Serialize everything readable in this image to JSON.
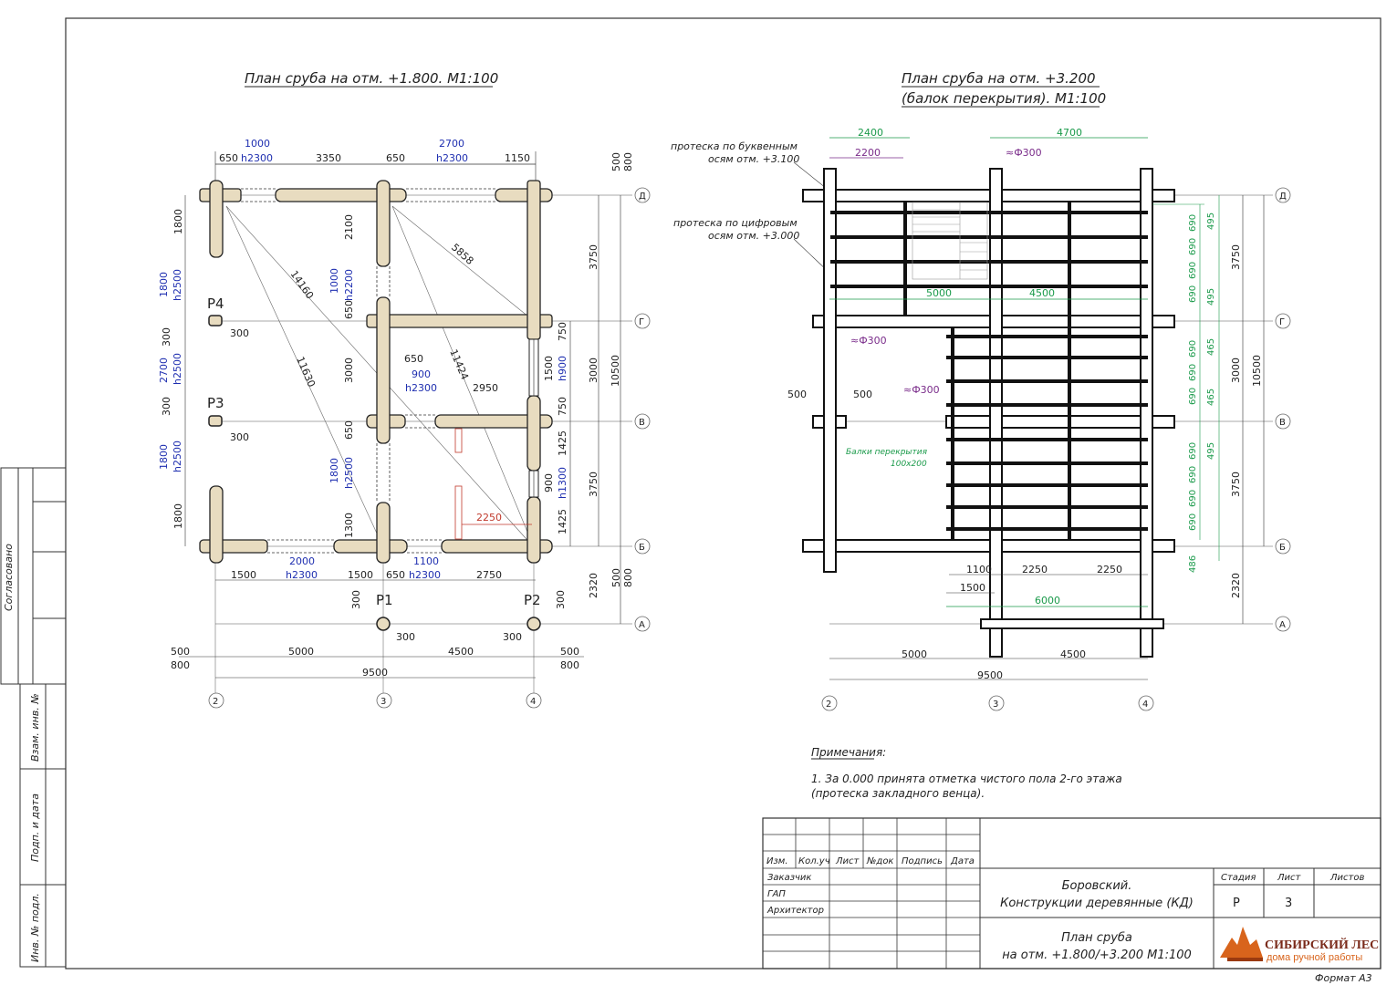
{
  "left_plan": {
    "title": "План сруба на отм. +1.800. М1:100",
    "top_dims_blue": [
      "1000",
      "h2300",
      "2700",
      "h2300"
    ],
    "top_dims": [
      "650",
      "3350",
      "650",
      "1150"
    ],
    "right_top_dims": [
      "500",
      "800"
    ],
    "left_dims": [
      "1800",
      "2100"
    ],
    "left_blue": [
      "1800",
      "h2500",
      "2700",
      "h2500",
      "1800",
      "h2500"
    ],
    "left_small": [
      "300",
      "300"
    ],
    "pillars": [
      "P4",
      "P3",
      "P1",
      "P2"
    ],
    "pillar_dims": [
      "300",
      "300",
      "300",
      "300"
    ],
    "inner_dims": [
      "1000",
      "h2200",
      "650",
      "3000",
      "650",
      "900",
      "h2300",
      "2950",
      "650",
      "1800",
      "h2500",
      "1300",
      "2250",
      "14160",
      "5858",
      "11630",
      "11424"
    ],
    "right_dims": [
      "750",
      "1500",
      "h900",
      "750",
      "1425",
      "900",
      "h1300",
      "1425",
      "3750",
      "3000",
      "3750",
      "10500",
      "2320",
      "500",
      "800"
    ],
    "bottom_dims": [
      "1500",
      "2000",
      "h2300",
      "1500",
      "650",
      "1100",
      "h2300",
      "2750"
    ],
    "bottom_total": [
      "500",
      "800",
      "5000",
      "4500",
      "500",
      "800",
      "9500"
    ],
    "left_1800_bottom": "1800",
    "axes_x": [
      "2",
      "3",
      "4"
    ],
    "axes_y": [
      "Д",
      "Г",
      "В",
      "Б",
      "А"
    ]
  },
  "right_plan": {
    "title_1": "План сруба на отм. +3.200",
    "title_2": "(балок перекрытия). М1:100",
    "callout_1": "протеска по буквенным",
    "callout_1b": "осям отм. +3.100",
    "callout_2": "протеска по цифровым",
    "callout_2b": "осям отм. +3.000",
    "top_dims": [
      "2400",
      "2200",
      "4700"
    ],
    "diam": "≈Ф300",
    "mid_dims": [
      "5000",
      "4500"
    ],
    "side_dims": [
      "500",
      "500"
    ],
    "beam_label_1": "Балки перекрытия",
    "beam_label_2": "100х200",
    "green_right": [
      "690",
      "690",
      "690",
      "690",
      "495",
      "495",
      "690",
      "690",
      "690",
      "465",
      "465",
      "690",
      "690",
      "690",
      "690",
      "495",
      "486"
    ],
    "right_dims": [
      "3750",
      "3000",
      "10500",
      "3750",
      "2320"
    ],
    "bottom_dims": [
      "1100",
      "2250",
      "2250",
      "1500",
      "6000"
    ],
    "bottom_total": [
      "5000",
      "4500",
      "9500"
    ],
    "axes_x": [
      "2",
      "3",
      "4"
    ],
    "axes_y": [
      "Д",
      "Г",
      "В",
      "Б",
      "А"
    ]
  },
  "notes": {
    "heading": "Примечания:",
    "line1": "1. За 0.000 принята отметка чистого пола 2-го этажа",
    "line2": "(протеска закладного венца)."
  },
  "side_stamp": {
    "agreed": "Согласовано",
    "inv_vzam": "Взам. инв. №",
    "sign_date": "Подп. и дата",
    "inv_podl": "Инв. № подл."
  },
  "title_block": {
    "headers": [
      "Изм.",
      "Кол.уч",
      "Лист",
      "№док",
      "Подпись",
      "Дата"
    ],
    "roles": [
      "Заказчик",
      "ГАП",
      "Архитектор"
    ],
    "project_1": "Боровский.",
    "project_2": "Конструкции деревянные (КД)",
    "stage_label": "Стадия",
    "sheet_label": "Лист",
    "sheets_label": "Листов",
    "stage": "Р",
    "sheet": "3",
    "sheet_title_1": "План сруба",
    "sheet_title_2": "на отм. +1.800/+3.200 М1:100",
    "logo_main": "СИБИРСКИЙ ЛЕС",
    "logo_sub": "дома ручной работы",
    "format": "Формат А3"
  },
  "colors": {
    "log": "#e8dcc0",
    "blue": "#1f2fb0",
    "green": "#1a9a4a",
    "red": "#c0392b",
    "logo_orange": "#d8641c"
  }
}
